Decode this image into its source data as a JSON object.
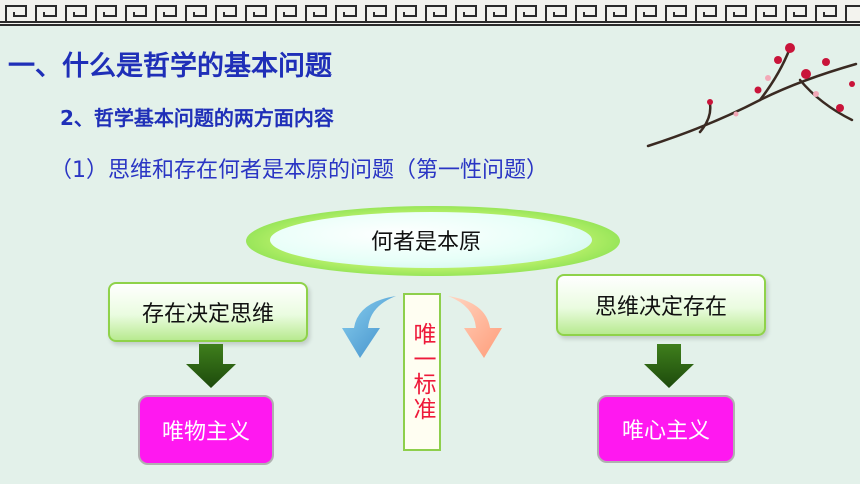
{
  "slide": {
    "title": "一、什么是哲学的基本问题",
    "subtitle": "2、哲学基本问题的两方面内容",
    "point": "（1）思维和存在何者是本原的问题（第一性问题）"
  },
  "diagram": {
    "center": "何者是本原",
    "left_box": "存在决定思维",
    "right_box": "思维决定存在",
    "left_result": "唯物主义",
    "right_result": "唯心主义",
    "vertical_label": "唯一标准"
  },
  "colors": {
    "title_blue": "#1f2fb8",
    "result_magenta": "#ff18f0",
    "label_red": "#ee1a3a",
    "box_green": "#8fd24a",
    "background": "#e3f1ea"
  }
}
